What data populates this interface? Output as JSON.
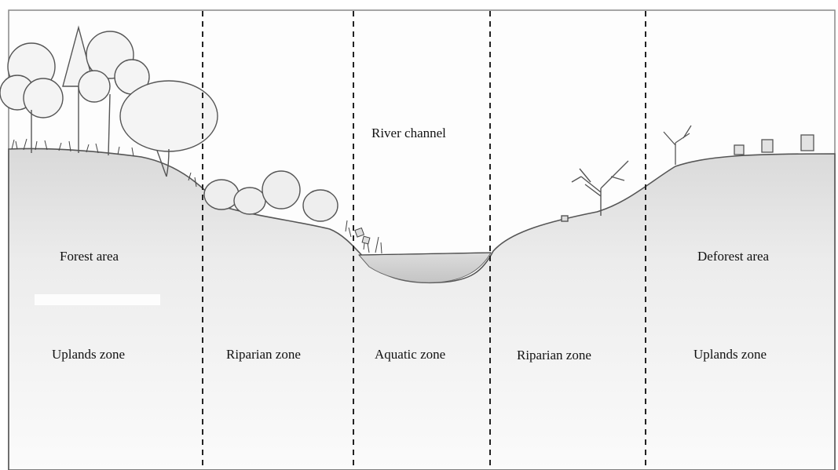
{
  "labels": {
    "river_channel": "River channel",
    "forest_area": "Forest area",
    "deforest_area": "Deforest area"
  },
  "zones": [
    "Uplands zone",
    "Riparian zone",
    "Aquatic zone",
    "Riparian zone",
    "Uplands zone"
  ]
}
